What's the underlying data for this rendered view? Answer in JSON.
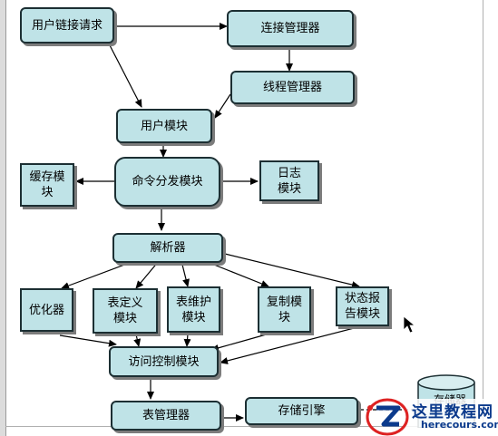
{
  "nodes": {
    "user_request": "用户链接请求",
    "connection_manager": "连接管理器",
    "thread_manager": "线程管理器",
    "user_module": "用户模块",
    "cache_module": "缓存模\n块",
    "dispatch_module": "命令分发模块",
    "log_module": "日志\n模块",
    "parser": "解析器",
    "optimizer": "优化器",
    "table_definition_module": "表定义\n模块",
    "table_maintenance_module": "表维护\n模块",
    "replication_module": "复制模\n块",
    "status_report_module": "状态报\n告模块",
    "access_control_module": "访问控制模块",
    "table_manager": "表管理器",
    "storage_engine": "存储引擎",
    "storage_device": "存储器"
  },
  "watermark": {
    "title": "这里教程网",
    "url": "herecours.com"
  }
}
